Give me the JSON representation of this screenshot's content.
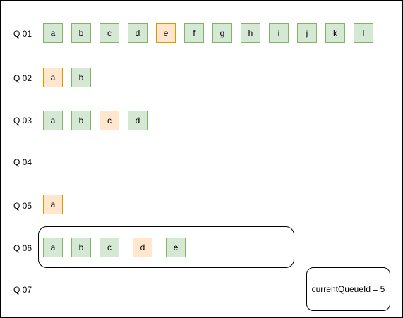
{
  "queues": [
    {
      "label": "Q 01",
      "items": [
        {
          "text": "a",
          "state": "normal"
        },
        {
          "text": "b",
          "state": "normal"
        },
        {
          "text": "c",
          "state": "normal"
        },
        {
          "text": "d",
          "state": "normal"
        },
        {
          "text": "e",
          "state": "highlighted"
        },
        {
          "text": "f",
          "state": "normal"
        },
        {
          "text": "g",
          "state": "normal"
        },
        {
          "text": "h",
          "state": "normal"
        },
        {
          "text": "i",
          "state": "normal"
        },
        {
          "text": "j",
          "state": "normal"
        },
        {
          "text": "k",
          "state": "normal"
        },
        {
          "text": "l",
          "state": "normal"
        }
      ]
    },
    {
      "label": "Q 02",
      "items": [
        {
          "text": "a",
          "state": "highlighted"
        },
        {
          "text": "b",
          "state": "normal"
        }
      ]
    },
    {
      "label": "Q 03",
      "items": [
        {
          "text": "a",
          "state": "normal"
        },
        {
          "text": "b",
          "state": "normal"
        },
        {
          "text": "c",
          "state": "highlighted"
        },
        {
          "text": "d",
          "state": "normal"
        }
      ]
    },
    {
      "label": "Q 04",
      "items": []
    },
    {
      "label": "Q 05",
      "items": [
        {
          "text": "a",
          "state": "highlighted"
        }
      ]
    },
    {
      "label": "Q 06",
      "items": [
        {
          "text": "a",
          "state": "normal"
        },
        {
          "text": "b",
          "state": "normal"
        },
        {
          "text": "c",
          "state": "normal"
        },
        {
          "text": "d",
          "state": "highlighted"
        },
        {
          "text": "e",
          "state": "normal"
        }
      ]
    },
    {
      "label": "Q 07",
      "items": []
    }
  ],
  "note": {
    "text": "currentQueueId = 5"
  },
  "colors": {
    "normal_fill": "#d5e8d4",
    "normal_border": "#82b366",
    "highlight_fill": "#ffe6cc",
    "highlight_border": "#d79b00"
  }
}
